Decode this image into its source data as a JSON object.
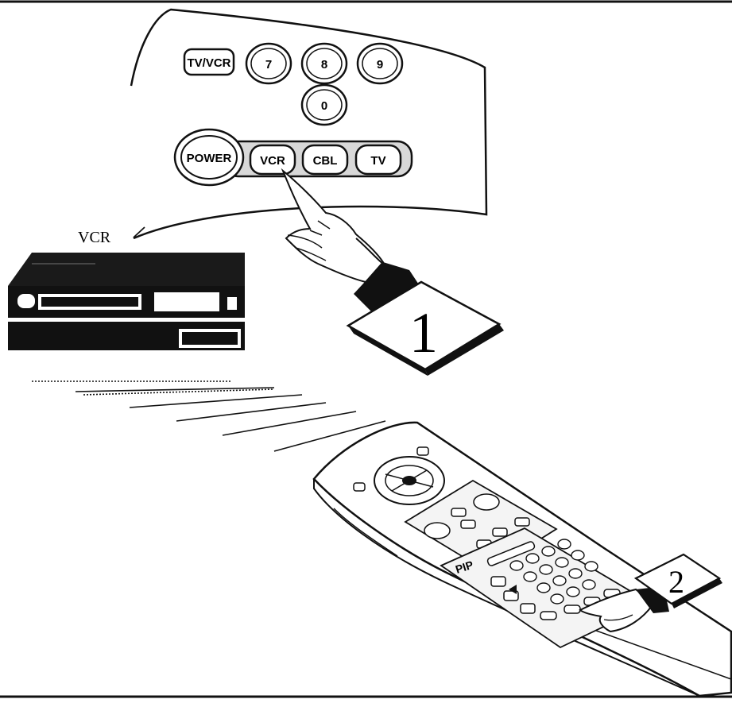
{
  "remote_closeup": {
    "buttons": {
      "tv_vcr": "TV/VCR",
      "digits": [
        "7",
        "8",
        "9",
        "0"
      ],
      "power": "POWER",
      "modes": [
        "VCR",
        "CBL",
        "TV"
      ]
    }
  },
  "device_label": "VCR",
  "steps": [
    "1",
    "2"
  ],
  "remote_labels": {
    "pip": "PIP"
  },
  "colors": {
    "ink": "#111111",
    "paper": "#ffffff",
    "panel_shade": "#f4f4f4"
  }
}
